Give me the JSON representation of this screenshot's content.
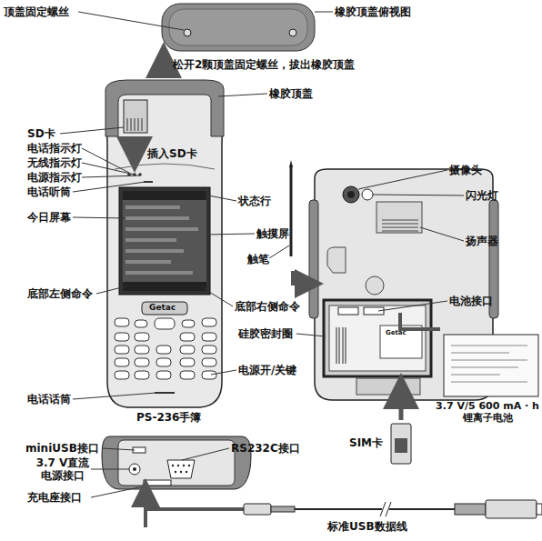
{
  "diagram": {
    "labels": [
      "顶盖固定螺丝",
      "橡胶顶盖俯视图",
      "松开2颗顶盖固定螺丝，拔出橡胶顶盖",
      "橡胶顶盖",
      "SD卡",
      "电话指示灯",
      "插入SD卡",
      "无线指示灯",
      "电源指示灯",
      "电话听筒",
      "今日屏幕",
      "状态行",
      "触摸屏",
      "摄像头",
      "闪光灯",
      "扬声器",
      "触笔",
      "底部左侧命令",
      "底部右侧命令",
      "电池接口",
      "硅胶密封圈",
      "电源开/关键",
      "电话话筒",
      "PS-236手簿",
      "3.7 V/5 600 mA · h 锂离子电池",
      "SIM卡",
      "miniUSB接口",
      "RS232C接口",
      "3.7 V直流 电源接口",
      "充电座接口",
      "标准USB数据线",
      "Getac",
      "Getac"
    ]
  }
}
